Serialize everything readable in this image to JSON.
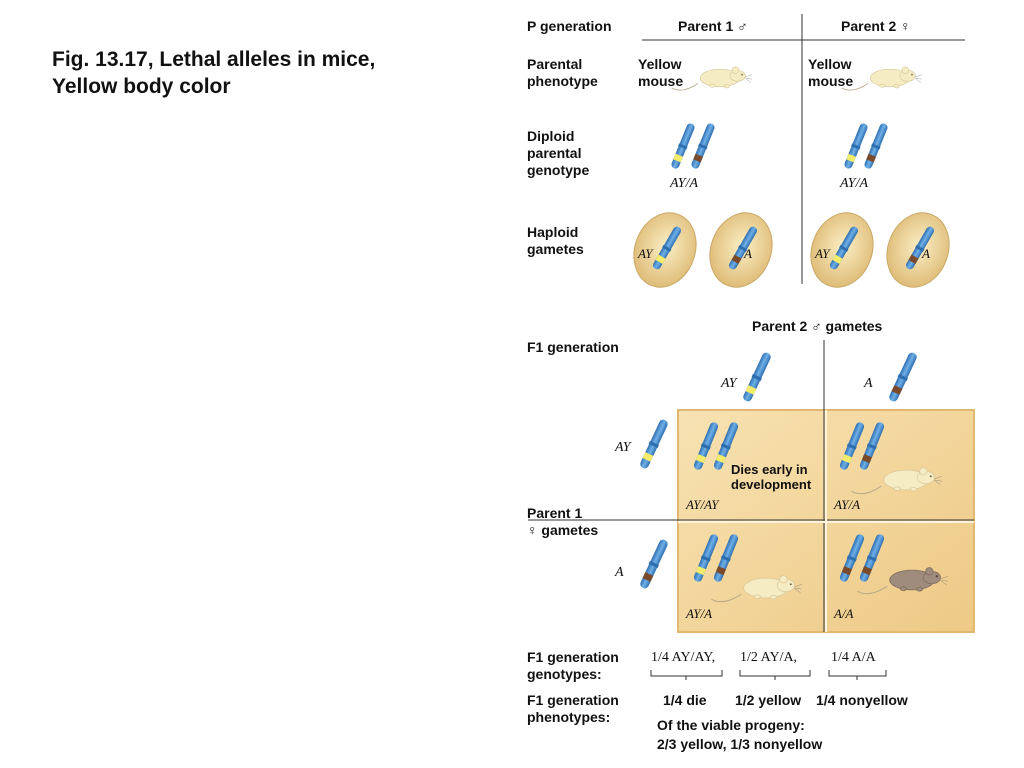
{
  "slide": {
    "title_line1": "Fig. 13.17, Lethal alleles in mice,",
    "title_line2": "Yellow body color"
  },
  "p_generation": {
    "row_label": "P generation",
    "parent1_header": "Parent 1 ♂",
    "parent2_header": "Parent 2 ♀",
    "phenotype_label_1": "Parental",
    "phenotype_label_2": "phenotype",
    "parent1_phenotype_1": "Yellow",
    "parent1_phenotype_2": "mouse",
    "parent2_phenotype_1": "Yellow",
    "parent2_phenotype_2": "mouse",
    "genotype_label_1": "Diploid",
    "genotype_label_2": "parental",
    "genotype_label_3": "genotype",
    "parent1_genotype": "AY/A",
    "parent2_genotype": "AY/A",
    "gametes_label_1": "Haploid",
    "gametes_label_2": "gametes",
    "gamete_ay": "AY",
    "gamete_a": "A"
  },
  "f1_generation": {
    "label": "F1 generation",
    "col_header": "Parent 2 ♂ gametes",
    "row_header_1": "Parent 1",
    "row_header_2": "♀ gametes",
    "col_gamete_1": "AY",
    "col_gamete_2": "A",
    "row_gamete_1": "AY",
    "row_gamete_2": "A",
    "cell_11_genotype": "AY/AY",
    "cell_11_note_1": "Dies early in",
    "cell_11_note_2": "development",
    "cell_12_genotype": "AY/A",
    "cell_21_genotype": "AY/A",
    "cell_22_genotype": "A/A"
  },
  "summary": {
    "genotypes_label_1": "F1 generation",
    "genotypes_label_2": "genotypes:",
    "genotype_1": "1/4 AY/AY,",
    "genotype_2": "1/2 AY/A,",
    "genotype_3": "1/4 A/A",
    "phenotypes_label_1": "F1 generation",
    "phenotypes_label_2": "phenotypes:",
    "phenotype_1": "1/4 die",
    "phenotype_2": "1/2 yellow",
    "phenotype_3": "1/4 nonyellow",
    "viable_1": "Of the viable progeny:",
    "viable_2": "2/3 yellow, 1/3 nonyellow"
  },
  "colors": {
    "chromosome_blue": "#4a90d0",
    "allele_yellow": "#f2ec6a",
    "allele_brown": "#7a4a2a",
    "gamete_cell": "#e8cc8a",
    "punnett_cell": "#f4d9a0",
    "mouse_yellow": "#f6ecc4",
    "mouse_brown": "#a08c7c"
  }
}
